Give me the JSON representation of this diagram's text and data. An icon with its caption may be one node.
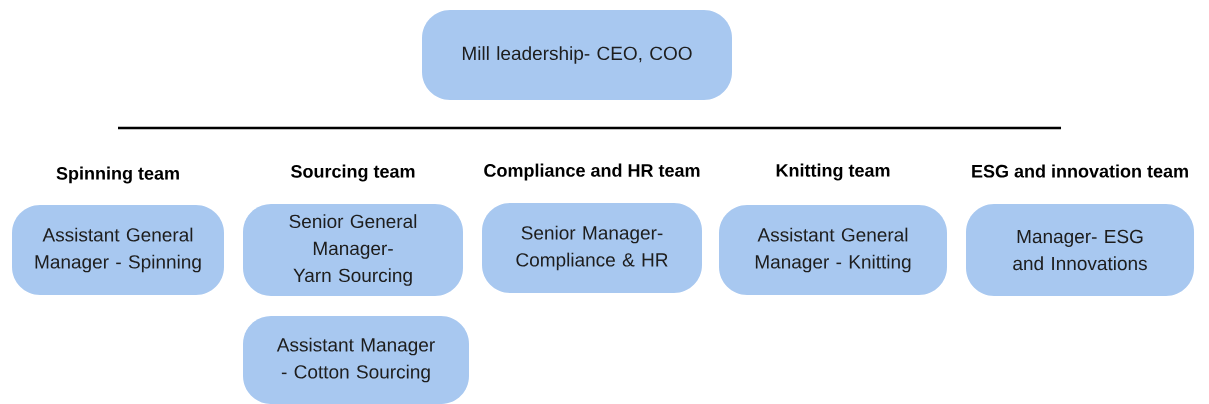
{
  "diagram": {
    "nodes": [
      {
        "text": [
          "Mill leadership- CEO, COO"
        ]
      },
      {
        "text": [
          "Spinning team",
          "Assistant General Manager - Spinning"
        ]
      },
      {
        "text": [
          "Sourcing team",
          "Senior General Manager- Yarn Sourcing"
        ]
      },
      {
        "text": [
          "Assistant Manager - Cotton Sourcing"
        ]
      },
      {
        "text": [
          "Compliance and HR team",
          "Senior Manager- Compliance & HR"
        ]
      },
      {
        "text": [
          "Knitting team",
          "Assistant General Manager - Knitting"
        ]
      },
      {
        "text": [
          "ESG and innovation team",
          "Manager- ESG and Innovations"
        ]
      }
    ]
  }
}
